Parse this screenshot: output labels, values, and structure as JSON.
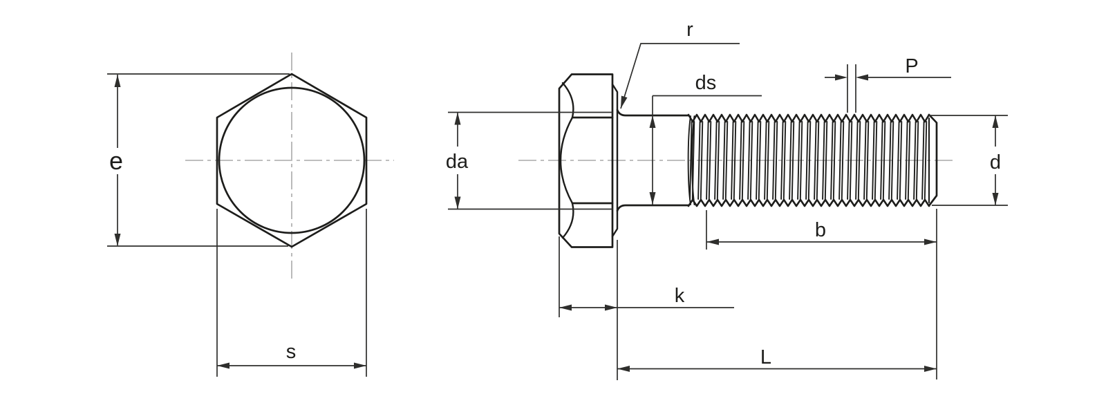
{
  "colors": {
    "background": "#ffffff",
    "line": "#1d1d1b",
    "dimension": "#2e2e2c",
    "centerline": "#a8a8a8"
  },
  "front_view": {
    "label_e": "e",
    "label_s": "s"
  },
  "side_view": {
    "label_r": "r",
    "label_ds": "ds",
    "label_da": "da",
    "label_P": "P",
    "label_d": "d",
    "label_b": "b",
    "label_k": "k",
    "label_L": "L"
  }
}
